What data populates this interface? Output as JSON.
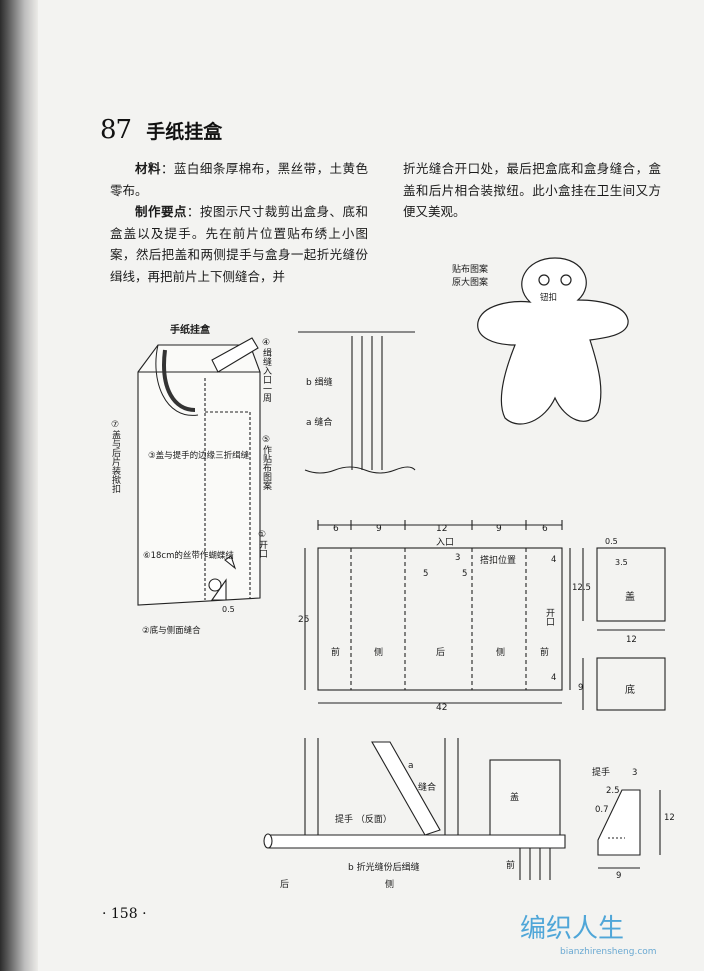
{
  "page": {
    "number_label": "· 158 ·",
    "title_number": "87",
    "title": "手纸挂盒"
  },
  "text": {
    "materials_label": "材料",
    "materials": "：蓝白细条厚棉布，黑丝带，土黄色零布。",
    "method_label": "制作要点",
    "method": "：按图示尺寸裁剪出盒身、底和盒盖以及提手。先在前片位置贴布绣上小图案，然后把盖和两侧提手与盒身一起折光缝份缉线，再把前片上下侧缝合，并",
    "continued": "折光缝合开口处，最后把盒底和盒身缝合，盒盖和后片相合装揿纽。此小盒挂在卫生间又方便又美观。"
  },
  "diagram_box": {
    "caption": "手纸挂盒",
    "labels": {
      "l4": "④缉缝入口一周",
      "l5": "⑤作贴布图案",
      "l1": "①开口",
      "l3": "③盖与提手的边缘三折缉缝",
      "l7": "⑦盖与后片装揿扣",
      "l6": "⑥18cm的丝带作蝴蝶结",
      "l2": "②底与侧面缝合",
      "d05": "0.5"
    }
  },
  "diagram_seam": {
    "b": "b 缉缝",
    "a": "a 缝合"
  },
  "applique": {
    "caption_line1": "贴布图案",
    "caption_line2": "原大图案",
    "button_label": "钮扣"
  },
  "pattern_body": {
    "top_dims": [
      "6",
      "9",
      "12",
      "9",
      "6"
    ],
    "entrance": "入口",
    "button_pos": "搭扣位置",
    "dim_3": "3",
    "dim_5a": "5",
    "dim_5b": "5",
    "height": "25",
    "right_4a": "4",
    "right_4b": "4",
    "opening": "开口",
    "panels": [
      "前",
      "侧",
      "后",
      "侧",
      "前"
    ],
    "width": "42"
  },
  "pattern_lid": {
    "d05": "0.5",
    "d35": "3.5",
    "height": "12.5",
    "label": "盖",
    "width": "12"
  },
  "pattern_bottom": {
    "height": "9",
    "label": "底"
  },
  "assembly": {
    "a": "a",
    "seam": "缝合",
    "handle_reverse": "提手 （反面）",
    "lid": "盖",
    "b_label": "b 折光缝份后缉缝",
    "back": "后",
    "side": "侧",
    "front": "前"
  },
  "handle": {
    "label": "提手",
    "d3": "3",
    "d25": "2.5",
    "d07": "0.7",
    "height": "12",
    "width": "9"
  },
  "watermark": {
    "text": "编织人生",
    "url": "bianzhirensheng.com"
  }
}
